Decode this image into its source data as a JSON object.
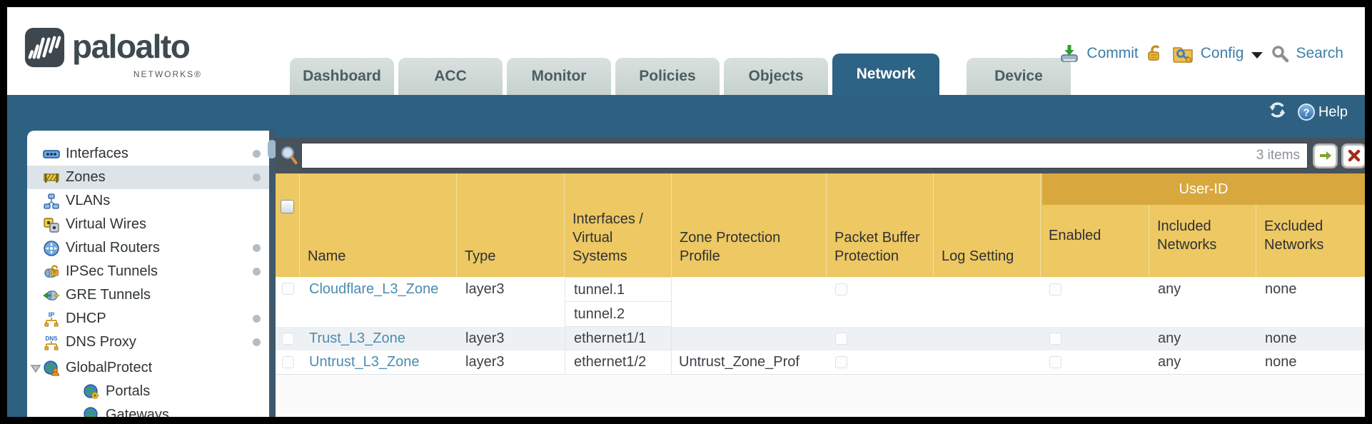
{
  "logo": {
    "brand": "paloalto",
    "sub": "NETWORKS®"
  },
  "tabs": [
    {
      "label": "Dashboard"
    },
    {
      "label": "ACC"
    },
    {
      "label": "Monitor"
    },
    {
      "label": "Policies"
    },
    {
      "label": "Objects"
    },
    {
      "label": "Network",
      "active": true
    },
    {
      "label": "Device"
    }
  ],
  "top_actions": {
    "commit": "Commit",
    "config": "Config",
    "search": "Search"
  },
  "band": {
    "help": "Help"
  },
  "sidebar": {
    "items": [
      {
        "label": "Interfaces"
      },
      {
        "label": "Zones"
      },
      {
        "label": "VLANs"
      },
      {
        "label": "Virtual Wires"
      },
      {
        "label": "Virtual Routers"
      },
      {
        "label": "IPSec Tunnels"
      },
      {
        "label": "GRE Tunnels"
      },
      {
        "label": "DHCP"
      },
      {
        "label": "DNS Proxy"
      },
      {
        "label": "GlobalProtect"
      },
      {
        "label": "Portals"
      },
      {
        "label": "Gateways"
      }
    ]
  },
  "filter": {
    "count": "3 items",
    "value": ""
  },
  "table": {
    "group_header": "User-ID",
    "columns": {
      "name": "Name",
      "type": "Type",
      "interfaces": "Interfaces / Virtual Systems",
      "zone_protection_profile": "Zone Protection Profile",
      "packet_buffer_protection": "Packet Buffer Protection",
      "log_setting": "Log Setting",
      "enabled": "Enabled",
      "included_networks": "Included Networks",
      "excluded_networks": "Excluded Networks"
    },
    "rows": [
      {
        "name": "Cloudflare_L3_Zone",
        "type": "layer3",
        "interfaces": [
          "tunnel.1",
          "tunnel.2"
        ],
        "zone_protection_profile": "",
        "log_setting": "",
        "included_networks": "any",
        "excluded_networks": "none"
      },
      {
        "name": "Trust_L3_Zone",
        "type": "layer3",
        "interfaces": [
          "ethernet1/1"
        ],
        "zone_protection_profile": "",
        "log_setting": "",
        "included_networks": "any",
        "excluded_networks": "none"
      },
      {
        "name": "Untrust_L3_Zone",
        "type": "layer3",
        "interfaces": [
          "ethernet1/2"
        ],
        "zone_protection_profile": "Untrust_Zone_Prof",
        "log_setting": "",
        "included_networks": "any",
        "excluded_networks": "none"
      }
    ]
  },
  "colors": {
    "teal_band": "#2e6181",
    "slate": "#48525a",
    "header_gold": "#edc863",
    "userid_gold": "#d8a83e",
    "link_blue": "#4a8cb2",
    "action_blue": "#3e7ea9",
    "row_alt": "#eef1f4"
  }
}
